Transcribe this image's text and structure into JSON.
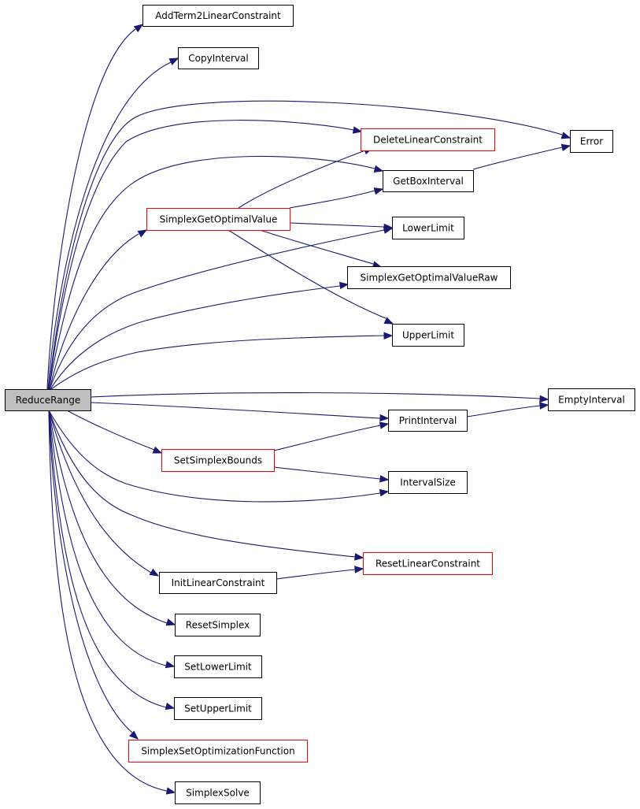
{
  "graph": {
    "colors": {
      "edge": "#191970",
      "node_border": "#000000",
      "node_border_truncated": "#ff0000",
      "root_fill": "#bfbfbf",
      "node_fill": "#ffffff"
    },
    "nodes": [
      {
        "id": "ReduceRange",
        "label": "ReduceRange",
        "root": true
      },
      {
        "id": "AddTerm2LinearConstraint",
        "label": "AddTerm2LinearConstraint"
      },
      {
        "id": "CopyInterval",
        "label": "CopyInterval"
      },
      {
        "id": "Error",
        "label": "Error"
      },
      {
        "id": "DeleteLinearConstraint",
        "label": "DeleteLinearConstraint",
        "truncated": true
      },
      {
        "id": "GetBoxInterval",
        "label": "GetBoxInterval"
      },
      {
        "id": "SimplexGetOptimalValue",
        "label": "SimplexGetOptimalValue",
        "truncated": true
      },
      {
        "id": "LowerLimit",
        "label": "LowerLimit"
      },
      {
        "id": "SimplexGetOptimalValueRaw",
        "label": "SimplexGetOptimalValueRaw"
      },
      {
        "id": "UpperLimit",
        "label": "UpperLimit"
      },
      {
        "id": "EmptyInterval",
        "label": "EmptyInterval"
      },
      {
        "id": "PrintInterval",
        "label": "PrintInterval"
      },
      {
        "id": "SetSimplexBounds",
        "label": "SetSimplexBounds",
        "truncated": true
      },
      {
        "id": "IntervalSize",
        "label": "IntervalSize"
      },
      {
        "id": "ResetLinearConstraint",
        "label": "ResetLinearConstraint",
        "truncated": true
      },
      {
        "id": "InitLinearConstraint",
        "label": "InitLinearConstraint"
      },
      {
        "id": "ResetSimplex",
        "label": "ResetSimplex"
      },
      {
        "id": "SetLowerLimit",
        "label": "SetLowerLimit"
      },
      {
        "id": "SetUpperLimit",
        "label": "SetUpperLimit"
      },
      {
        "id": "SimplexSetOptimizationFunction",
        "label": "SimplexSetOptimizationFunction",
        "truncated": true
      },
      {
        "id": "SimplexSolve",
        "label": "SimplexSolve"
      }
    ],
    "edges": [
      {
        "from": "ReduceRange",
        "to": "AddTerm2LinearConstraint"
      },
      {
        "from": "ReduceRange",
        "to": "CopyInterval"
      },
      {
        "from": "ReduceRange",
        "to": "Error"
      },
      {
        "from": "ReduceRange",
        "to": "DeleteLinearConstraint"
      },
      {
        "from": "ReduceRange",
        "to": "GetBoxInterval"
      },
      {
        "from": "ReduceRange",
        "to": "SimplexGetOptimalValue"
      },
      {
        "from": "ReduceRange",
        "to": "LowerLimit"
      },
      {
        "from": "ReduceRange",
        "to": "SimplexGetOptimalValueRaw"
      },
      {
        "from": "ReduceRange",
        "to": "UpperLimit"
      },
      {
        "from": "ReduceRange",
        "to": "EmptyInterval"
      },
      {
        "from": "ReduceRange",
        "to": "PrintInterval"
      },
      {
        "from": "ReduceRange",
        "to": "SetSimplexBounds"
      },
      {
        "from": "ReduceRange",
        "to": "IntervalSize"
      },
      {
        "from": "ReduceRange",
        "to": "ResetLinearConstraint"
      },
      {
        "from": "ReduceRange",
        "to": "InitLinearConstraint"
      },
      {
        "from": "ReduceRange",
        "to": "ResetSimplex"
      },
      {
        "from": "ReduceRange",
        "to": "SetLowerLimit"
      },
      {
        "from": "ReduceRange",
        "to": "SetUpperLimit"
      },
      {
        "from": "ReduceRange",
        "to": "SimplexSetOptimizationFunction"
      },
      {
        "from": "ReduceRange",
        "to": "SimplexSolve"
      },
      {
        "from": "GetBoxInterval",
        "to": "Error"
      },
      {
        "from": "SimplexGetOptimalValue",
        "to": "DeleteLinearConstraint"
      },
      {
        "from": "SimplexGetOptimalValue",
        "to": "GetBoxInterval"
      },
      {
        "from": "SimplexGetOptimalValue",
        "to": "LowerLimit"
      },
      {
        "from": "SimplexGetOptimalValue",
        "to": "SimplexGetOptimalValueRaw"
      },
      {
        "from": "SimplexGetOptimalValue",
        "to": "UpperLimit"
      },
      {
        "from": "PrintInterval",
        "to": "EmptyInterval"
      },
      {
        "from": "SetSimplexBounds",
        "to": "PrintInterval"
      },
      {
        "from": "SetSimplexBounds",
        "to": "IntervalSize"
      },
      {
        "from": "InitLinearConstraint",
        "to": "ResetLinearConstraint"
      }
    ]
  }
}
